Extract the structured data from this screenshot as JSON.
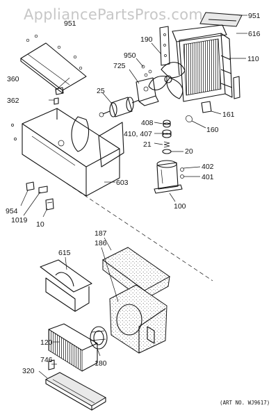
{
  "watermark": "AppliancePartsPros.com",
  "art_number": "(ART NO. WJ9617)",
  "callouts": {
    "p951a": "951",
    "p951b": "951",
    "p616": "616",
    "p110": "110",
    "p190": "190",
    "p950": "950",
    "p725": "725",
    "p360": "360",
    "p362": "362",
    "p25": "25",
    "p161": "161",
    "p160": "160",
    "p408": "408",
    "p410_407": "410, 407",
    "p21": "21",
    "p20": "20",
    "p402": "402",
    "p401": "401",
    "p100": "100",
    "p603": "603",
    "p954": "954",
    "p1019": "1019",
    "p10": "10",
    "p187": "187",
    "p186": "186",
    "p615": "615",
    "p120": "120",
    "p180": "180",
    "p746": "746",
    "p320": "320"
  }
}
